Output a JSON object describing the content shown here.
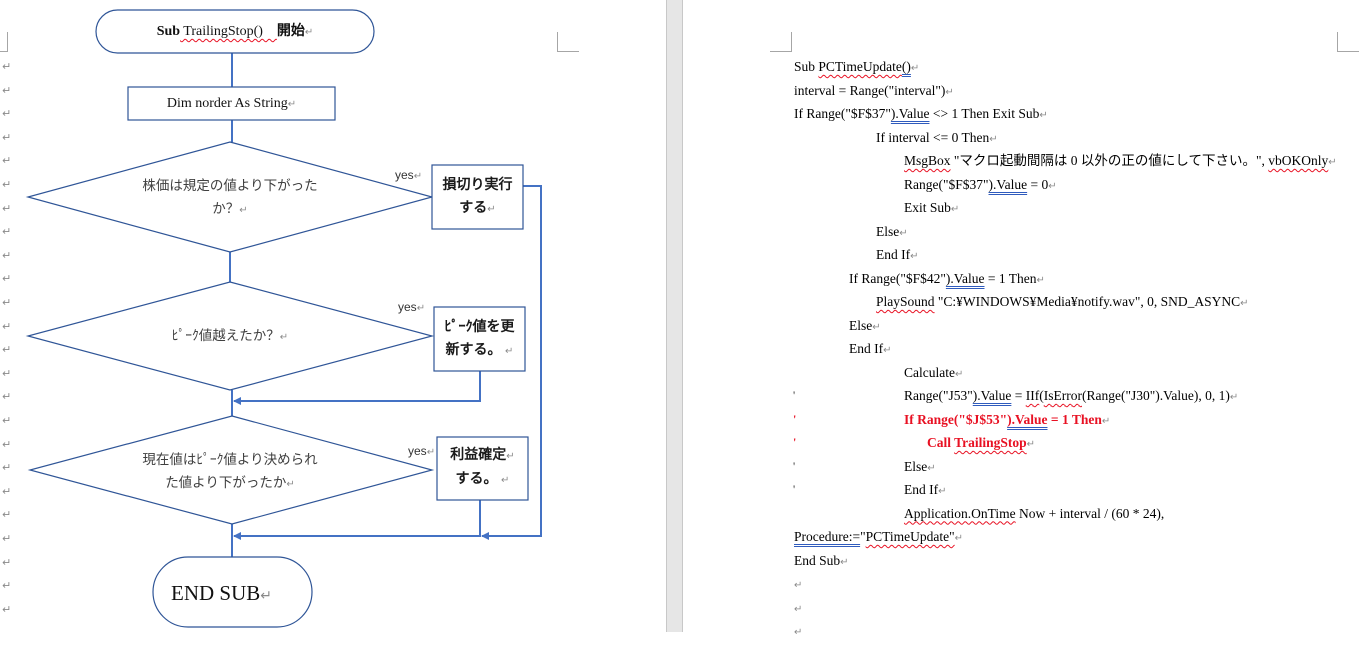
{
  "left_page": {
    "paragraph_mark": "↵",
    "paragraph_mark_count": 24,
    "flowchart": {
      "start": {
        "bold": "Sub",
        "text": " TrailingStop()　",
        "bold2": "開始"
      },
      "declare": "Dim norder As String",
      "decisions": [
        {
          "lines": [
            "株価は規定の値より下がった",
            "か？"
          ],
          "yes_label": "yes",
          "action_lines": [
            "損切り実行",
            "する"
          ]
        },
        {
          "lines": [
            "ﾋﾟｰｸ値越えたか？"
          ],
          "yes_label": "yes",
          "action_lines": [
            "ﾋﾟｰｸ値を更",
            "新する。"
          ]
        },
        {
          "lines": [
            "現在値はﾋﾟｰｸ値より決められ",
            "た値より下がったか"
          ],
          "yes_label": "yes",
          "action_lines": [
            "利益確定",
            "する。"
          ]
        }
      ],
      "end": "END SUB",
      "line_color": "#4472c4",
      "shape_border_color": "#2f5597"
    }
  },
  "right_page": {
    "code_lines": [
      {
        "indent": 0,
        "comment": false,
        "red": false,
        "parts": [
          [
            "Sub ",
            ""
          ],
          [
            "PCTimeUpdate",
            "wavy"
          ],
          [
            "()",
            "dbl"
          ]
        ],
        "mark": true
      },
      {
        "indent": 0,
        "comment": false,
        "red": false,
        "parts": [
          [
            "interval = Range(\"interval\")",
            ""
          ]
        ],
        "mark": true
      },
      {
        "indent": 0,
        "comment": false,
        "red": false,
        "parts": [
          [
            "If Range(\"$F$37\"",
            ""
          ],
          [
            ").Value",
            "dbl"
          ],
          [
            " <> 1 Then Exit Sub",
            ""
          ]
        ],
        "mark": true
      },
      {
        "indent": 2,
        "comment": false,
        "red": false,
        "parts": [
          [
            "If interval <= 0 Then",
            ""
          ]
        ],
        "mark": true
      },
      {
        "indent": 3,
        "comment": false,
        "red": false,
        "parts": [
          [
            "MsgBox",
            "wavy"
          ],
          [
            " \"マクロ起動間隔は 0 以外の正の値にして下さい。\", ",
            ""
          ],
          [
            "vbOKOnly",
            "wavy"
          ]
        ],
        "mark": true
      },
      {
        "indent": 3,
        "comment": false,
        "red": false,
        "parts": [
          [
            "Range(\"$F$37\"",
            ""
          ],
          [
            ").Value",
            "dbl"
          ],
          [
            " = 0",
            ""
          ]
        ],
        "mark": true
      },
      {
        "indent": 3,
        "comment": false,
        "red": false,
        "parts": [
          [
            "Exit Sub",
            ""
          ]
        ],
        "mark": true
      },
      {
        "indent": 2,
        "comment": false,
        "red": false,
        "parts": [
          [
            "Else",
            ""
          ]
        ],
        "mark": true
      },
      {
        "indent": 2,
        "comment": false,
        "red": false,
        "parts": [
          [
            "End If",
            ""
          ]
        ],
        "mark": true
      },
      {
        "indent": 1,
        "comment": false,
        "red": false,
        "parts": [
          [
            "If Range(\"$F$42\"",
            ""
          ],
          [
            ").Value",
            "dbl"
          ],
          [
            " = 1 Then",
            ""
          ]
        ],
        "mark": true
      },
      {
        "indent": 2,
        "comment": false,
        "red": false,
        "parts": [
          [
            "PlaySound",
            "wavy"
          ],
          [
            " \"C:¥WINDOWS¥Media¥notify.wav\", 0, SND_ASYNC",
            ""
          ]
        ],
        "mark": true
      },
      {
        "indent": 1,
        "comment": false,
        "red": false,
        "parts": [
          [
            "Else",
            ""
          ]
        ],
        "mark": true
      },
      {
        "indent": 1,
        "comment": false,
        "red": false,
        "parts": [
          [
            "End If",
            ""
          ]
        ],
        "mark": true
      },
      {
        "indent": 3,
        "comment": false,
        "red": false,
        "parts": [
          [
            "Calculate",
            ""
          ]
        ],
        "mark": true
      },
      {
        "indent": 3,
        "comment": true,
        "red": false,
        "parts": [
          [
            "Range(\"J53\"",
            ""
          ],
          [
            ").Value",
            "dbl"
          ],
          [
            " = ",
            ""
          ],
          [
            "IIf",
            "wavy"
          ],
          [
            "(",
            ""
          ],
          [
            "IsError",
            "wavy"
          ],
          [
            "(Range(\"J30\").Value), 0, 1)",
            ""
          ]
        ],
        "mark": true
      },
      {
        "indent": 3,
        "comment": true,
        "red": true,
        "parts": [
          [
            "If Range(\"$J$53\"",
            ""
          ],
          [
            ").Value",
            "dbl"
          ],
          [
            " = 1 Then",
            ""
          ]
        ],
        "mark": true
      },
      {
        "indent": 4,
        "comment": true,
        "red": true,
        "parts": [
          [
            "Call ",
            ""
          ],
          [
            "TrailingStop",
            "wavy"
          ]
        ],
        "mark": true
      },
      {
        "indent": 3,
        "comment": true,
        "red": false,
        "parts": [
          [
            "Else",
            ""
          ]
        ],
        "mark": true
      },
      {
        "indent": 3,
        "comment": true,
        "red": false,
        "parts": [
          [
            "End If",
            ""
          ]
        ],
        "mark": true
      },
      {
        "indent": 3,
        "comment": false,
        "red": false,
        "parts": [
          [
            "Application.OnTime",
            "wavy"
          ],
          [
            " Now + interval / (60 * 24),",
            ""
          ]
        ],
        "mark": false
      },
      {
        "indent": 0,
        "comment": false,
        "red": false,
        "parts": [
          [
            "Procedure:=",
            "dbl"
          ],
          [
            "\"",
            ""
          ],
          [
            "PCTimeUpdate\"",
            "wavy"
          ]
        ],
        "mark": true
      },
      {
        "indent": 0,
        "comment": false,
        "red": false,
        "parts": [
          [
            "End Sub",
            ""
          ]
        ],
        "mark": true
      },
      {
        "indent": 0,
        "comment": false,
        "red": false,
        "parts": [],
        "mark": true
      },
      {
        "indent": 0,
        "comment": false,
        "red": false,
        "parts": [],
        "mark": true
      },
      {
        "indent": 0,
        "comment": false,
        "red": false,
        "parts": [],
        "mark": true
      }
    ],
    "comment_char": "'",
    "comment_color": "#e81123"
  }
}
